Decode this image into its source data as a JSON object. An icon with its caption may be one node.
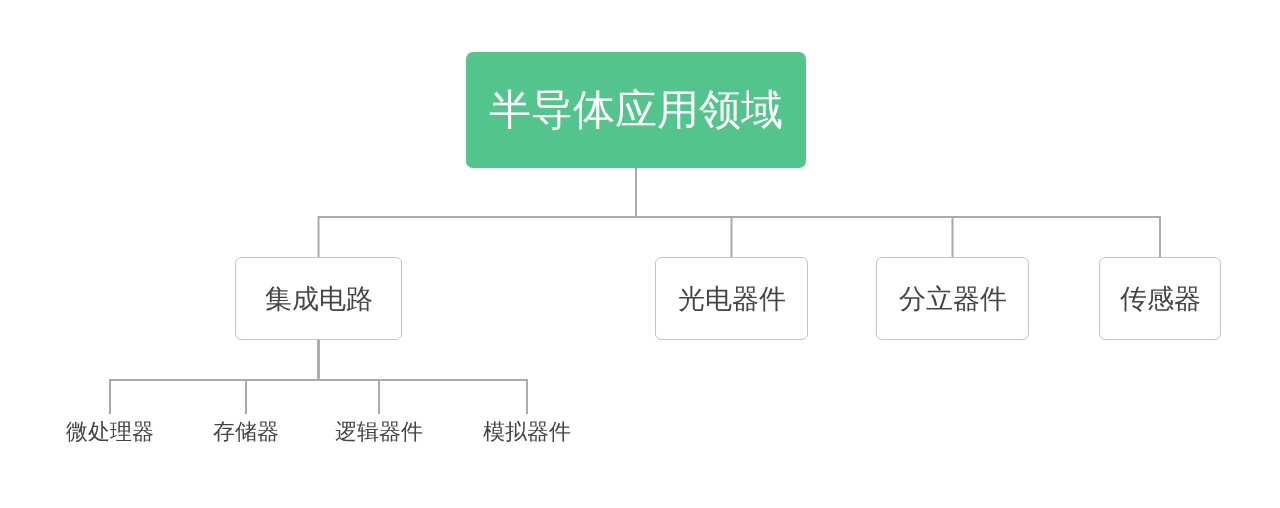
{
  "diagram": {
    "nodes": [
      {
        "text": [
          "半导体应用领域"
        ]
      },
      {
        "text": [
          "集成电路"
        ]
      },
      {
        "text": [
          "光电器件"
        ]
      },
      {
        "text": [
          "分立器件"
        ]
      },
      {
        "text": [
          "传感器"
        ]
      },
      {
        "text": [
          "微处理器"
        ]
      },
      {
        "text": [
          "存储器"
        ]
      },
      {
        "text": [
          "逻辑器件"
        ]
      },
      {
        "text": [
          "模拟器件"
        ]
      }
    ],
    "edges": [
      {
        "from": 0,
        "to": 1,
        "arrow": "none"
      },
      {
        "from": 0,
        "to": 2,
        "arrow": "none"
      },
      {
        "from": 0,
        "to": 3,
        "arrow": "none"
      },
      {
        "from": 0,
        "to": 4,
        "arrow": "none"
      },
      {
        "from": 1,
        "to": 5,
        "arrow": "none"
      },
      {
        "from": 1,
        "to": 6,
        "arrow": "none"
      },
      {
        "from": 1,
        "to": 7,
        "arrow": "none"
      },
      {
        "from": 1,
        "to": 8,
        "arrow": "none"
      }
    ]
  }
}
